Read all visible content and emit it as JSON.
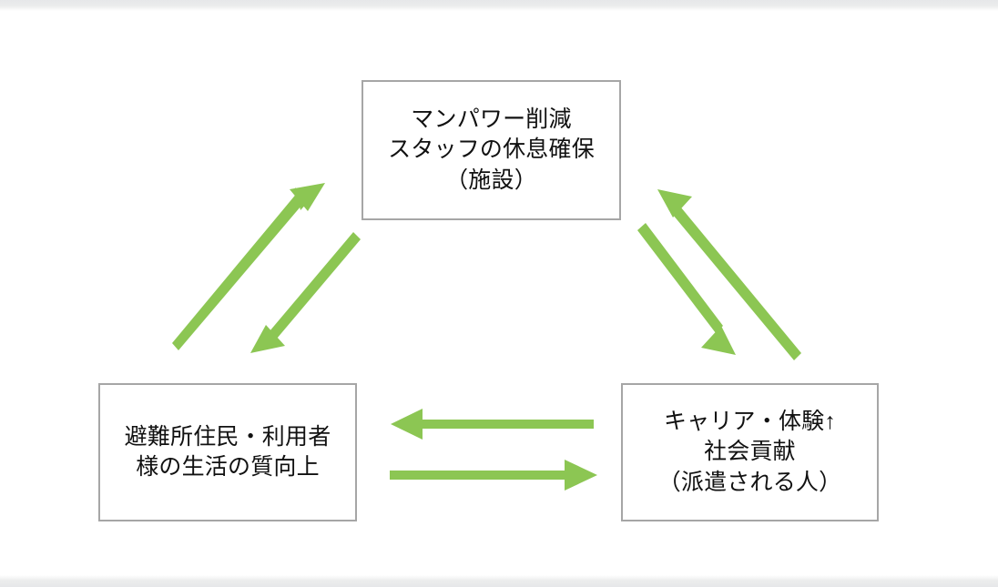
{
  "diagram": {
    "type": "cycle-diagram",
    "background_color": "#ffffff",
    "arrow_color": "#8CC653",
    "box_border_color": "#a6a6a6",
    "text_color": "#111111",
    "nodes": [
      {
        "id": "facility",
        "label": "マンパワー削減\nスタッフの休息確保\n（施設）",
        "position": "top"
      },
      {
        "id": "residents",
        "label": "避難所住民・利用者\n様の生活の質向上",
        "position": "bottom-left"
      },
      {
        "id": "dispatched",
        "label": "キャリア・体験↑\n社会貢献\n（派遣される人）",
        "position": "bottom-right"
      }
    ],
    "connections": [
      {
        "id": "residents-to-facility",
        "from": "residents",
        "to": "facility",
        "direction": "up-right"
      },
      {
        "id": "facility-to-residents",
        "from": "facility",
        "to": "residents",
        "direction": "down-left"
      },
      {
        "id": "facility-to-dispatched",
        "from": "facility",
        "to": "dispatched",
        "direction": "down-right"
      },
      {
        "id": "dispatched-to-facility",
        "from": "dispatched",
        "to": "facility",
        "direction": "up-left"
      },
      {
        "id": "dispatched-to-residents",
        "from": "dispatched",
        "to": "residents",
        "direction": "left"
      },
      {
        "id": "residents-to-dispatched",
        "from": "residents",
        "to": "dispatched",
        "direction": "right"
      }
    ]
  }
}
